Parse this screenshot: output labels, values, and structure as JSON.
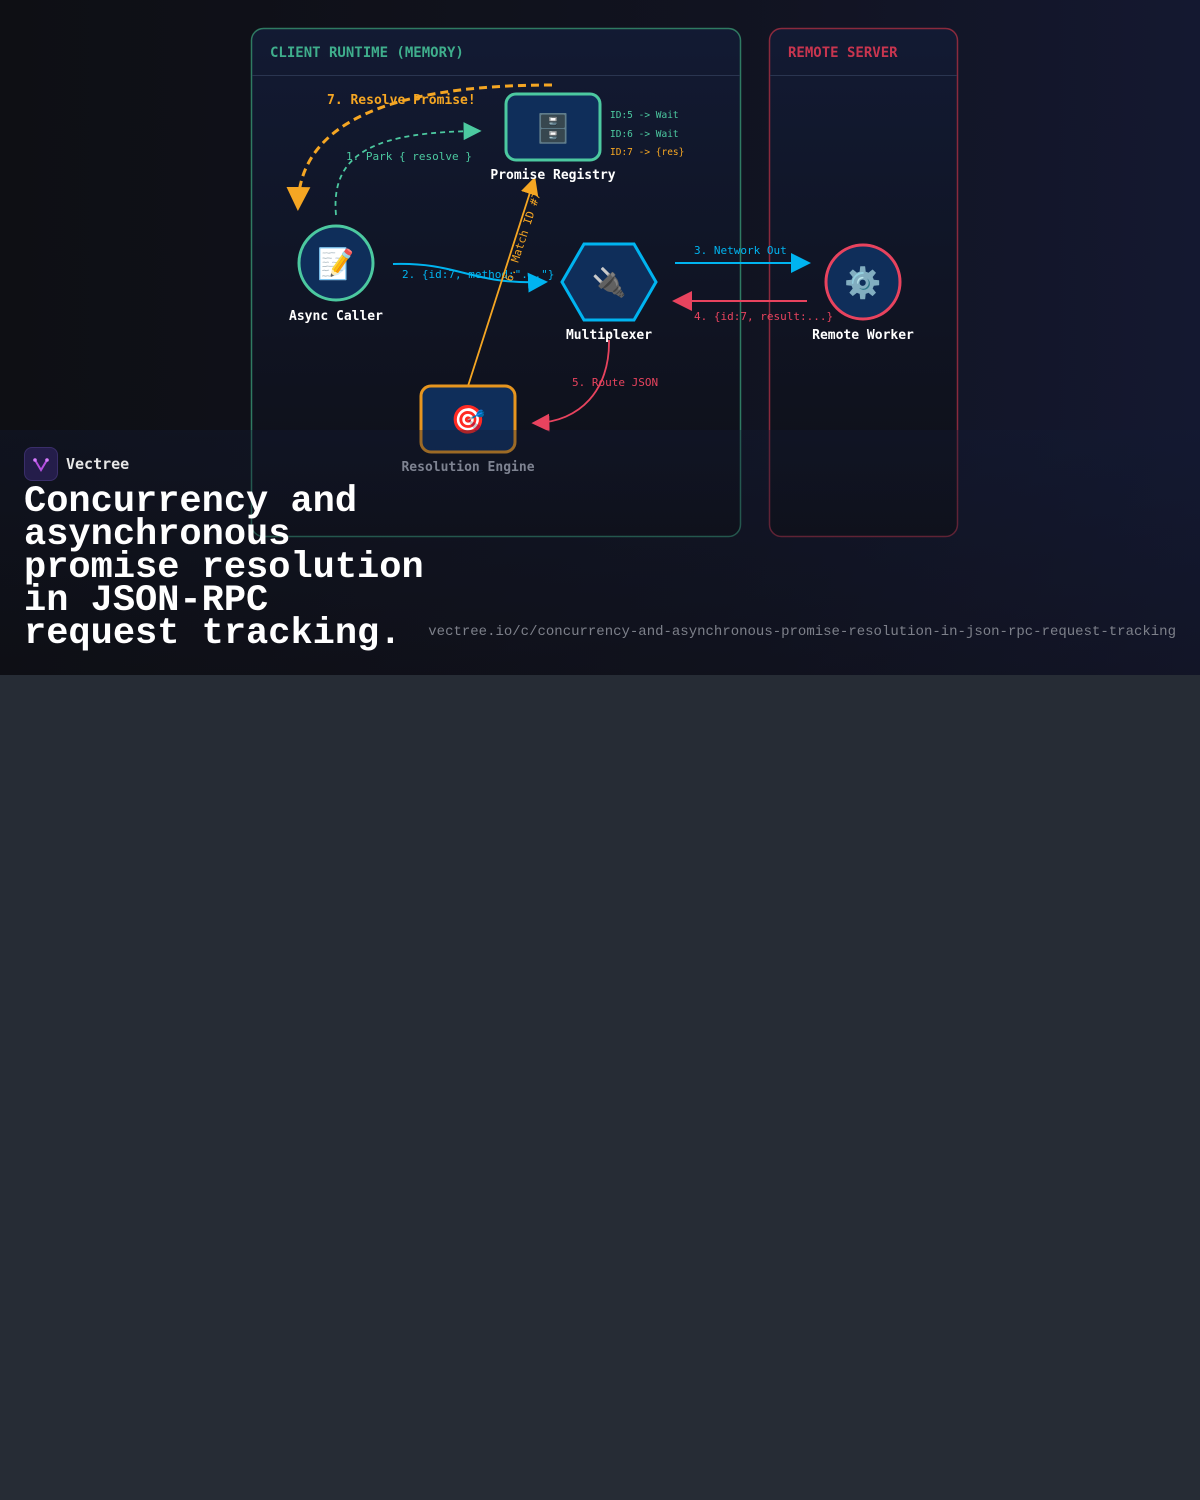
{
  "diagram": {
    "client_panel": {
      "title": "CLIENT RUNTIME (MEMORY)",
      "color": "#3fae8c"
    },
    "server_panel": {
      "title": "REMOTE SERVER",
      "color": "#c8354f"
    },
    "nodes": {
      "async_caller": {
        "label": "Async Caller",
        "icon": "memo-icon",
        "glyph": "📝"
      },
      "promise_registry": {
        "label": "Promise Registry",
        "icon": "file-cabinet-icon",
        "glyph": "🗄️"
      },
      "multiplexer": {
        "label": "Multiplexer",
        "icon": "plug-icon",
        "glyph": "🔌"
      },
      "resolution_engine": {
        "label": "Resolution Engine",
        "icon": "target-icon",
        "glyph": "🎯"
      },
      "remote_worker": {
        "label": "Remote Worker",
        "icon": "gear-icon",
        "glyph": "⚙️"
      }
    },
    "registry_entries": [
      "ID:5 -> Wait",
      "ID:6 -> Wait",
      "ID:7 -> {res}"
    ],
    "edges": {
      "e1": "1. Park { resolve }",
      "e2": "2. {id:7, method:\"...\"}",
      "e3": "3. Network Out",
      "e4": "4. {id:7, result:...}",
      "e5": "5. Route JSON",
      "e6": "6. Match ID #7",
      "e7": "7. Resolve Promise!"
    },
    "colors": {
      "teal": "#4cc9a0",
      "blue": "#00b4f0",
      "red": "#e8435e",
      "orange": "#f5a623"
    }
  },
  "brand": {
    "name": "Vectree"
  },
  "title": "Concurrency and asynchronous promise resolution in JSON-RPC request tracking.",
  "url": "vectree.io/c/concurrency-and-asynchronous-promise-resolution-in-json-rpc-request-tracking"
}
